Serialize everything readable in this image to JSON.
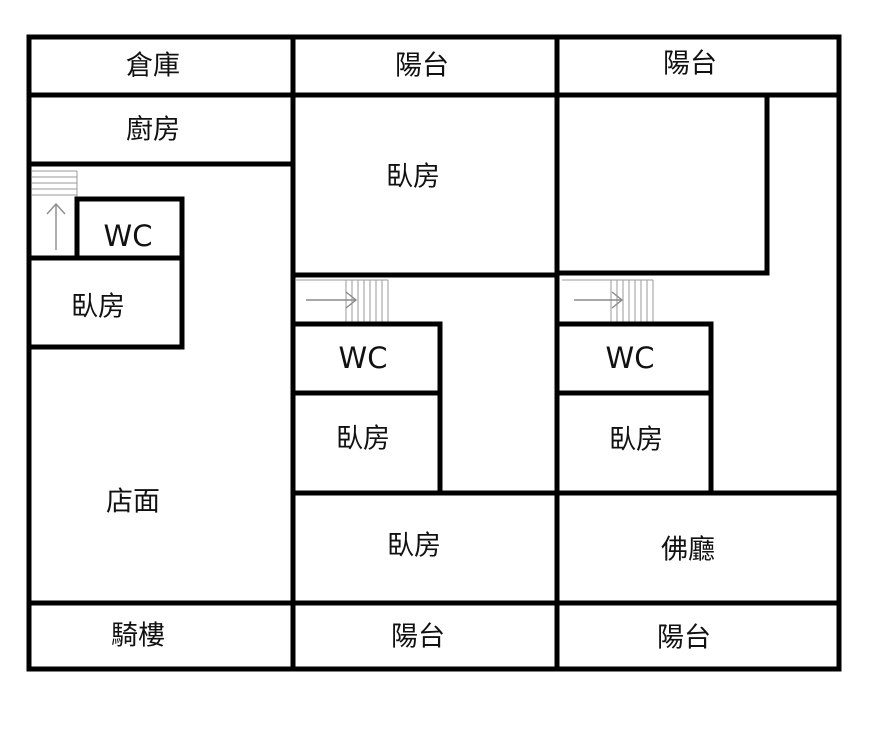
{
  "rooms": {
    "storage": "倉庫",
    "balcony_top_mid": "陽台",
    "balcony_top_right": "陽台",
    "kitchen": "廚房",
    "bedroom_top_mid": "臥房",
    "wc_left": "WC",
    "bedroom_left": "臥房",
    "wc_mid": "WC",
    "bedroom_mid": "臥房",
    "wc_right": "WC",
    "bedroom_right": "臥房",
    "shop": "店面",
    "bedroom_bottom_mid": "臥房",
    "buddha_hall": "佛廳",
    "arcade": "騎樓",
    "balcony_bottom_mid": "陽台",
    "balcony_bottom_right": "陽台"
  }
}
